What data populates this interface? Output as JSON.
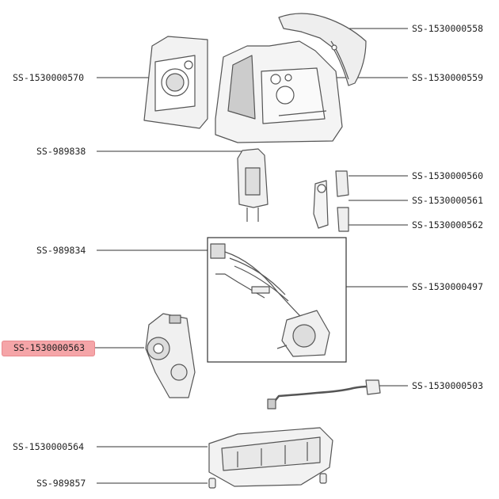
{
  "parts": {
    "p558": "SS-1530000558",
    "p570": "SS-1530000570",
    "p559": "SS-1530000559",
    "p838": "SS-989838",
    "p560": "SS-1530000560",
    "p561": "SS-1530000561",
    "p562": "SS-1530000562",
    "p834": "SS-989834",
    "p497": "SS-1530000497",
    "p563": "SS-1530000563",
    "p503": "SS-1530000503",
    "p564": "SS-1530000564",
    "p857": "SS-989857"
  },
  "highlighted_part": "SS-1530000563",
  "colors": {
    "highlight": "#f5a5a8",
    "line": "#333333",
    "drawing": "#555555"
  }
}
